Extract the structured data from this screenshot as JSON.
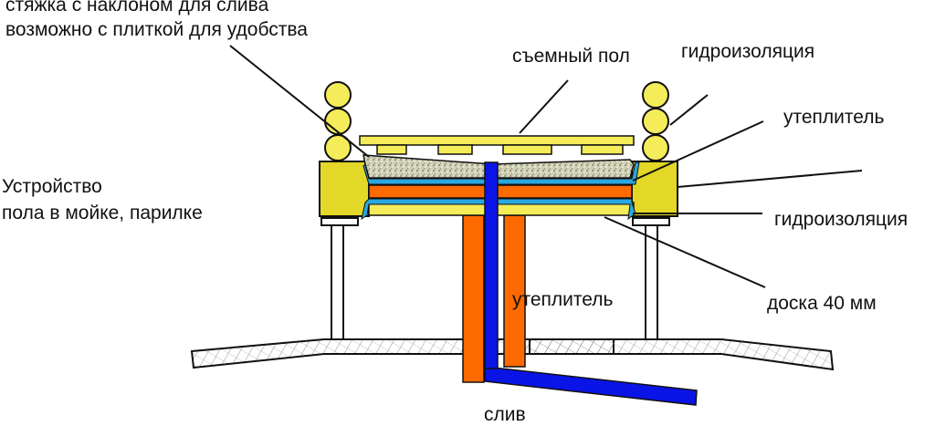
{
  "diagram": {
    "title": "Устройство пола в мойке, парилке",
    "title_lines": [
      "Устройство",
      "пола в мойке, парилке"
    ],
    "labels": {
      "screed_line1": "стяжка с наклоном для слива",
      "screed_line2": "возможно с плиткой для удобства",
      "removable_floor": "съемный пол",
      "waterproofing_top": "гидроизоляция",
      "insulation_top": "утеплитель",
      "waterproofing_bottom": "гидроизоляция",
      "board": "доска 40 мм",
      "insulation_pipe": "утеплитель",
      "drain": "слив"
    },
    "colors": {
      "wood_yellow": "#f5ec5a",
      "log_yellow": "#f5ec5a",
      "beam_yellow": "#e3d727",
      "waterproof_cyan": "#2aa8e0",
      "insulation_orange": "#ff6a00",
      "drain_blue": "#0a14e6",
      "screed_gray": "#c9cba8",
      "outline": "#111111"
    }
  }
}
